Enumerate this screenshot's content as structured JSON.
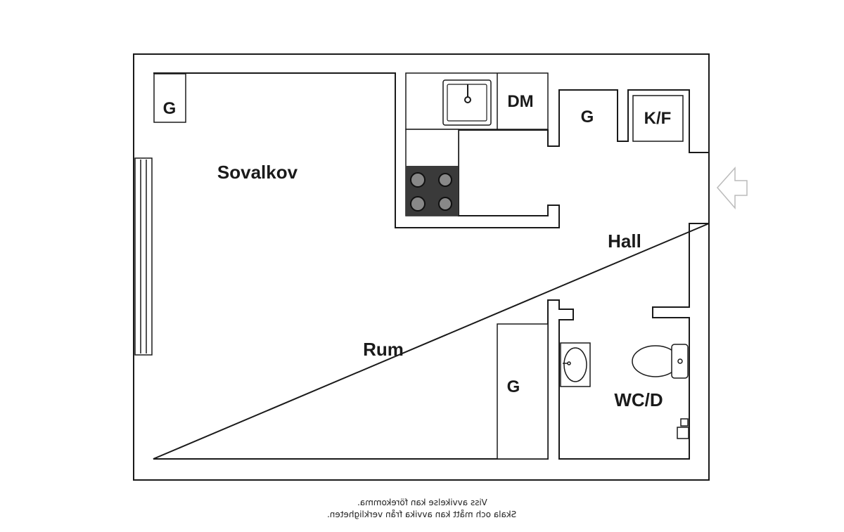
{
  "rooms": {
    "sovalkov": "Sovalkov",
    "rum": "Rum",
    "hall": "Hall",
    "wcd": "WC/D",
    "dm": "DM",
    "kf": "K/F",
    "g": "G"
  },
  "disclaimer": {
    "line1": "Viss avvikelse kan förekomma.",
    "line2": "Skala och mått kan avvika från verkligheten."
  },
  "notes": {
    "text_mirrored": true,
    "entrance_arrow": "left-arrow-icon"
  },
  "colors": {
    "wall": "#1a1a1a",
    "floor": "#ffffff",
    "stove": "#3a3a3a",
    "arrow": "#bbbbbb"
  }
}
